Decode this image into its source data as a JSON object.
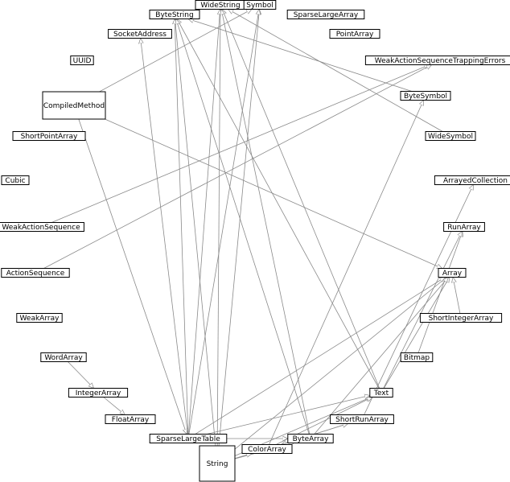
{
  "diagram": {
    "nodes": [
      {
        "id": "ByteString",
        "label": "ByteString"
      },
      {
        "id": "WideString",
        "label": "WideString"
      },
      {
        "id": "Symbol",
        "label": "Symbol"
      },
      {
        "id": "SparseLargeArray",
        "label": "SparseLargeArray"
      },
      {
        "id": "SocketAddress",
        "label": "SocketAddress"
      },
      {
        "id": "PointArray",
        "label": "PointArray"
      },
      {
        "id": "UUID",
        "label": "UUID"
      },
      {
        "id": "WeakActionSequenceTrappingErrors",
        "label": "WeakActionSequenceTrappingErrors"
      },
      {
        "id": "CompiledMethod",
        "label": "CompiledMethod"
      },
      {
        "id": "ByteSymbol",
        "label": "ByteSymbol"
      },
      {
        "id": "ShortPointArray",
        "label": "ShortPointArray"
      },
      {
        "id": "WideSymbol",
        "label": "WideSymbol"
      },
      {
        "id": "Cubic",
        "label": "Cubic"
      },
      {
        "id": "ArrayedCollection",
        "label": "ArrayedCollection"
      },
      {
        "id": "WeakActionSequence",
        "label": "WeakActionSequence"
      },
      {
        "id": "RunArray",
        "label": "RunArray"
      },
      {
        "id": "ActionSequence",
        "label": "ActionSequence"
      },
      {
        "id": "Array",
        "label": "Array"
      },
      {
        "id": "WeakArray",
        "label": "WeakArray"
      },
      {
        "id": "ShortIntegerArray",
        "label": "ShortIntegerArray"
      },
      {
        "id": "WordArray",
        "label": "WordArray"
      },
      {
        "id": "Bitmap",
        "label": "Bitmap"
      },
      {
        "id": "IntegerArray",
        "label": "IntegerArray"
      },
      {
        "id": "Text",
        "label": "Text"
      },
      {
        "id": "FloatArray",
        "label": "FloatArray"
      },
      {
        "id": "ShortRunArray",
        "label": "ShortRunArray"
      },
      {
        "id": "SparseLargeTable",
        "label": "SparseLargeTable"
      },
      {
        "id": "ByteArray",
        "label": "ByteArray"
      },
      {
        "id": "ColorArray",
        "label": "ColorArray"
      },
      {
        "id": "String",
        "label": "String"
      }
    ],
    "edges": [
      {
        "from": "String",
        "to": "ByteString"
      },
      {
        "from": "String",
        "to": "WideString"
      },
      {
        "from": "String",
        "to": "Symbol"
      },
      {
        "from": "String",
        "to": "ByteArray"
      },
      {
        "from": "String",
        "to": "Text"
      },
      {
        "from": "String",
        "to": "Array"
      },
      {
        "from": "String",
        "to": "ColorArray"
      },
      {
        "from": "SparseLargeTable",
        "to": "ByteString"
      },
      {
        "from": "SparseLargeTable",
        "to": "WideString"
      },
      {
        "from": "SparseLargeTable",
        "to": "Symbol"
      },
      {
        "from": "SparseLargeTable",
        "to": "ByteArray"
      },
      {
        "from": "SparseLargeTable",
        "to": "Array"
      },
      {
        "from": "SparseLargeTable",
        "to": "Text"
      },
      {
        "from": "SparseLargeTable",
        "to": "SocketAddress"
      },
      {
        "from": "CompiledMethod",
        "to": "Symbol"
      },
      {
        "from": "CompiledMethod",
        "to": "SparseLargeTable"
      },
      {
        "from": "CompiledMethod",
        "to": "Array"
      },
      {
        "from": "ByteSymbol",
        "to": "ByteString"
      },
      {
        "from": "WideSymbol",
        "to": "WideString"
      },
      {
        "from": "WeakActionSequence",
        "to": "WeakActionSequenceTrappingErrors"
      },
      {
        "from": "ActionSequence",
        "to": "WeakActionSequenceTrappingErrors"
      },
      {
        "from": "WordArray",
        "to": "IntegerArray"
      },
      {
        "from": "IntegerArray",
        "to": "FloatArray"
      },
      {
        "from": "ShortIntegerArray",
        "to": "Array"
      },
      {
        "from": "Bitmap",
        "to": "RunArray"
      },
      {
        "from": "Text",
        "to": "RunArray"
      },
      {
        "from": "Text",
        "to": "Array"
      },
      {
        "from": "Text",
        "to": "ByteString"
      },
      {
        "from": "Text",
        "to": "WideString"
      },
      {
        "from": "ShortRunArray",
        "to": "ArrayedCollection"
      },
      {
        "from": "ShortRunArray",
        "to": "ColorArray"
      },
      {
        "from": "ByteArray",
        "to": "ByteString"
      },
      {
        "from": "ByteArray",
        "to": "WideString"
      },
      {
        "from": "ByteArray",
        "to": "Array"
      },
      {
        "from": "ColorArray",
        "to": "ByteSymbol"
      },
      {
        "from": "ColorArray",
        "to": "Text"
      },
      {
        "from": "ColorArray",
        "to": "ShortRunArray"
      }
    ]
  }
}
